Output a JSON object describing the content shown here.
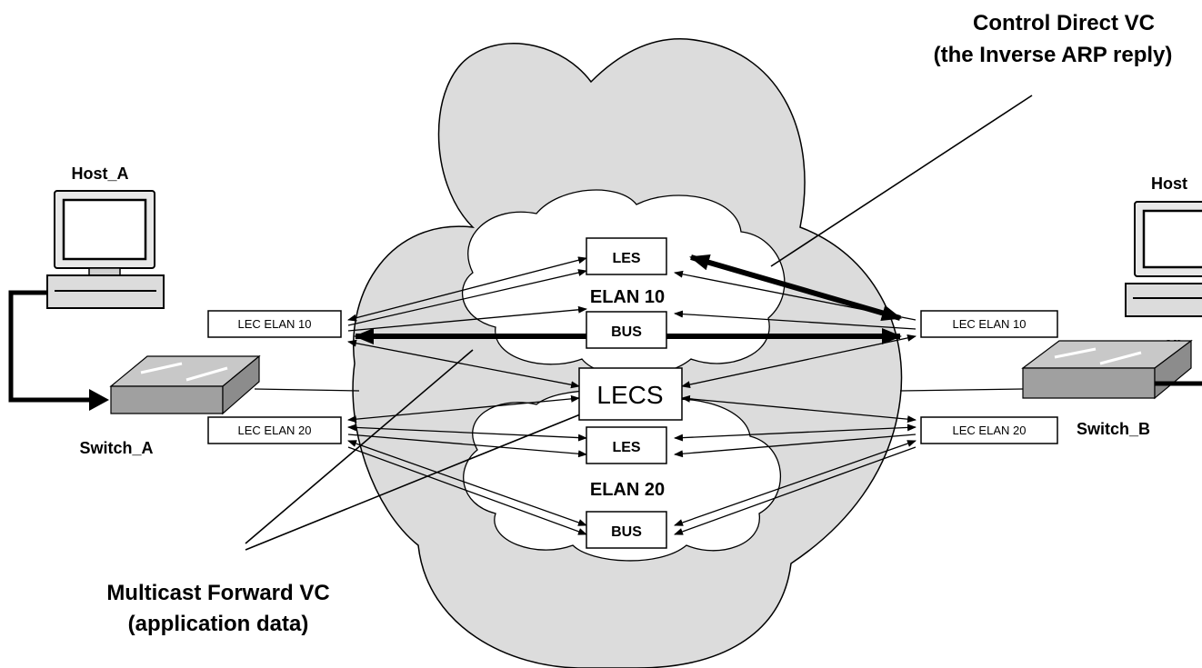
{
  "callouts": {
    "control_direct_title": "Control Direct VC",
    "control_direct_sub": "(the Inverse ARP reply)",
    "multicast_title": "Multicast Forward VC",
    "multicast_sub": "(application data)"
  },
  "hosts": {
    "host_a": "Host_A",
    "host_b_partial": "Host",
    "host_b_app_partial": "ap"
  },
  "switches": {
    "switch_a": "Switch_A",
    "switch_b": "Switch_B"
  },
  "lec": {
    "left_elan10": "LEC ELAN 10",
    "left_elan20": "LEC ELAN 20",
    "right_elan10": "LEC ELAN 10",
    "right_elan20": "LEC ELAN 20"
  },
  "servers": {
    "les_top": "LES",
    "bus_top": "BUS",
    "lecs": "LECS",
    "les_bottom": "LES",
    "bus_bottom": "BUS"
  },
  "elans": {
    "elan10": "ELAN 10",
    "elan20": "ELAN 20"
  }
}
